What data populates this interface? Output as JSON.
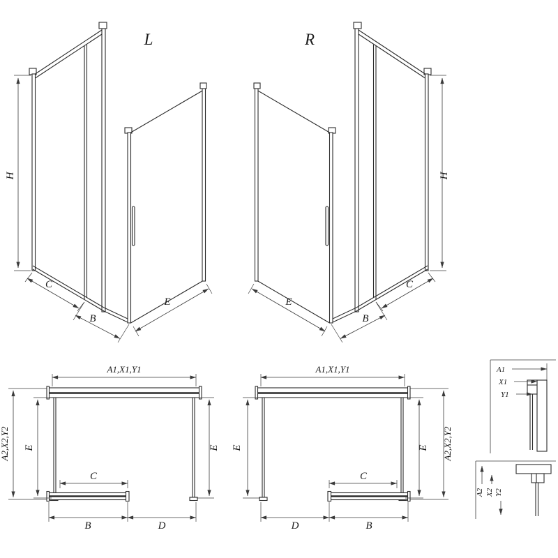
{
  "colors": {
    "line": "#2b2b2b",
    "dim": "#3a3a3a",
    "background": "#ffffff"
  },
  "iso_left": {
    "title": "L",
    "h": "H",
    "c": "C",
    "b": "B",
    "e": "E"
  },
  "iso_right": {
    "title": "R",
    "h": "H",
    "c": "C",
    "b": "B",
    "e": "E"
  },
  "plan_left": {
    "width": "A1,X1,Y1",
    "depth": "A2,X2,Y2",
    "e_left": "E",
    "e_right": "E",
    "c": "C",
    "b": "B",
    "d": "D"
  },
  "plan_right": {
    "width": "A1,X1,Y1",
    "depth": "A2,X2,Y2",
    "e_left": "E",
    "e_right": "E",
    "c": "C",
    "b": "B",
    "d": "D"
  },
  "detail_top": {
    "a1": "A1",
    "x1": "X1",
    "y1": "Y1"
  },
  "detail_bottom": {
    "a2": "A2",
    "x2": "X2",
    "y2": "Y2"
  }
}
